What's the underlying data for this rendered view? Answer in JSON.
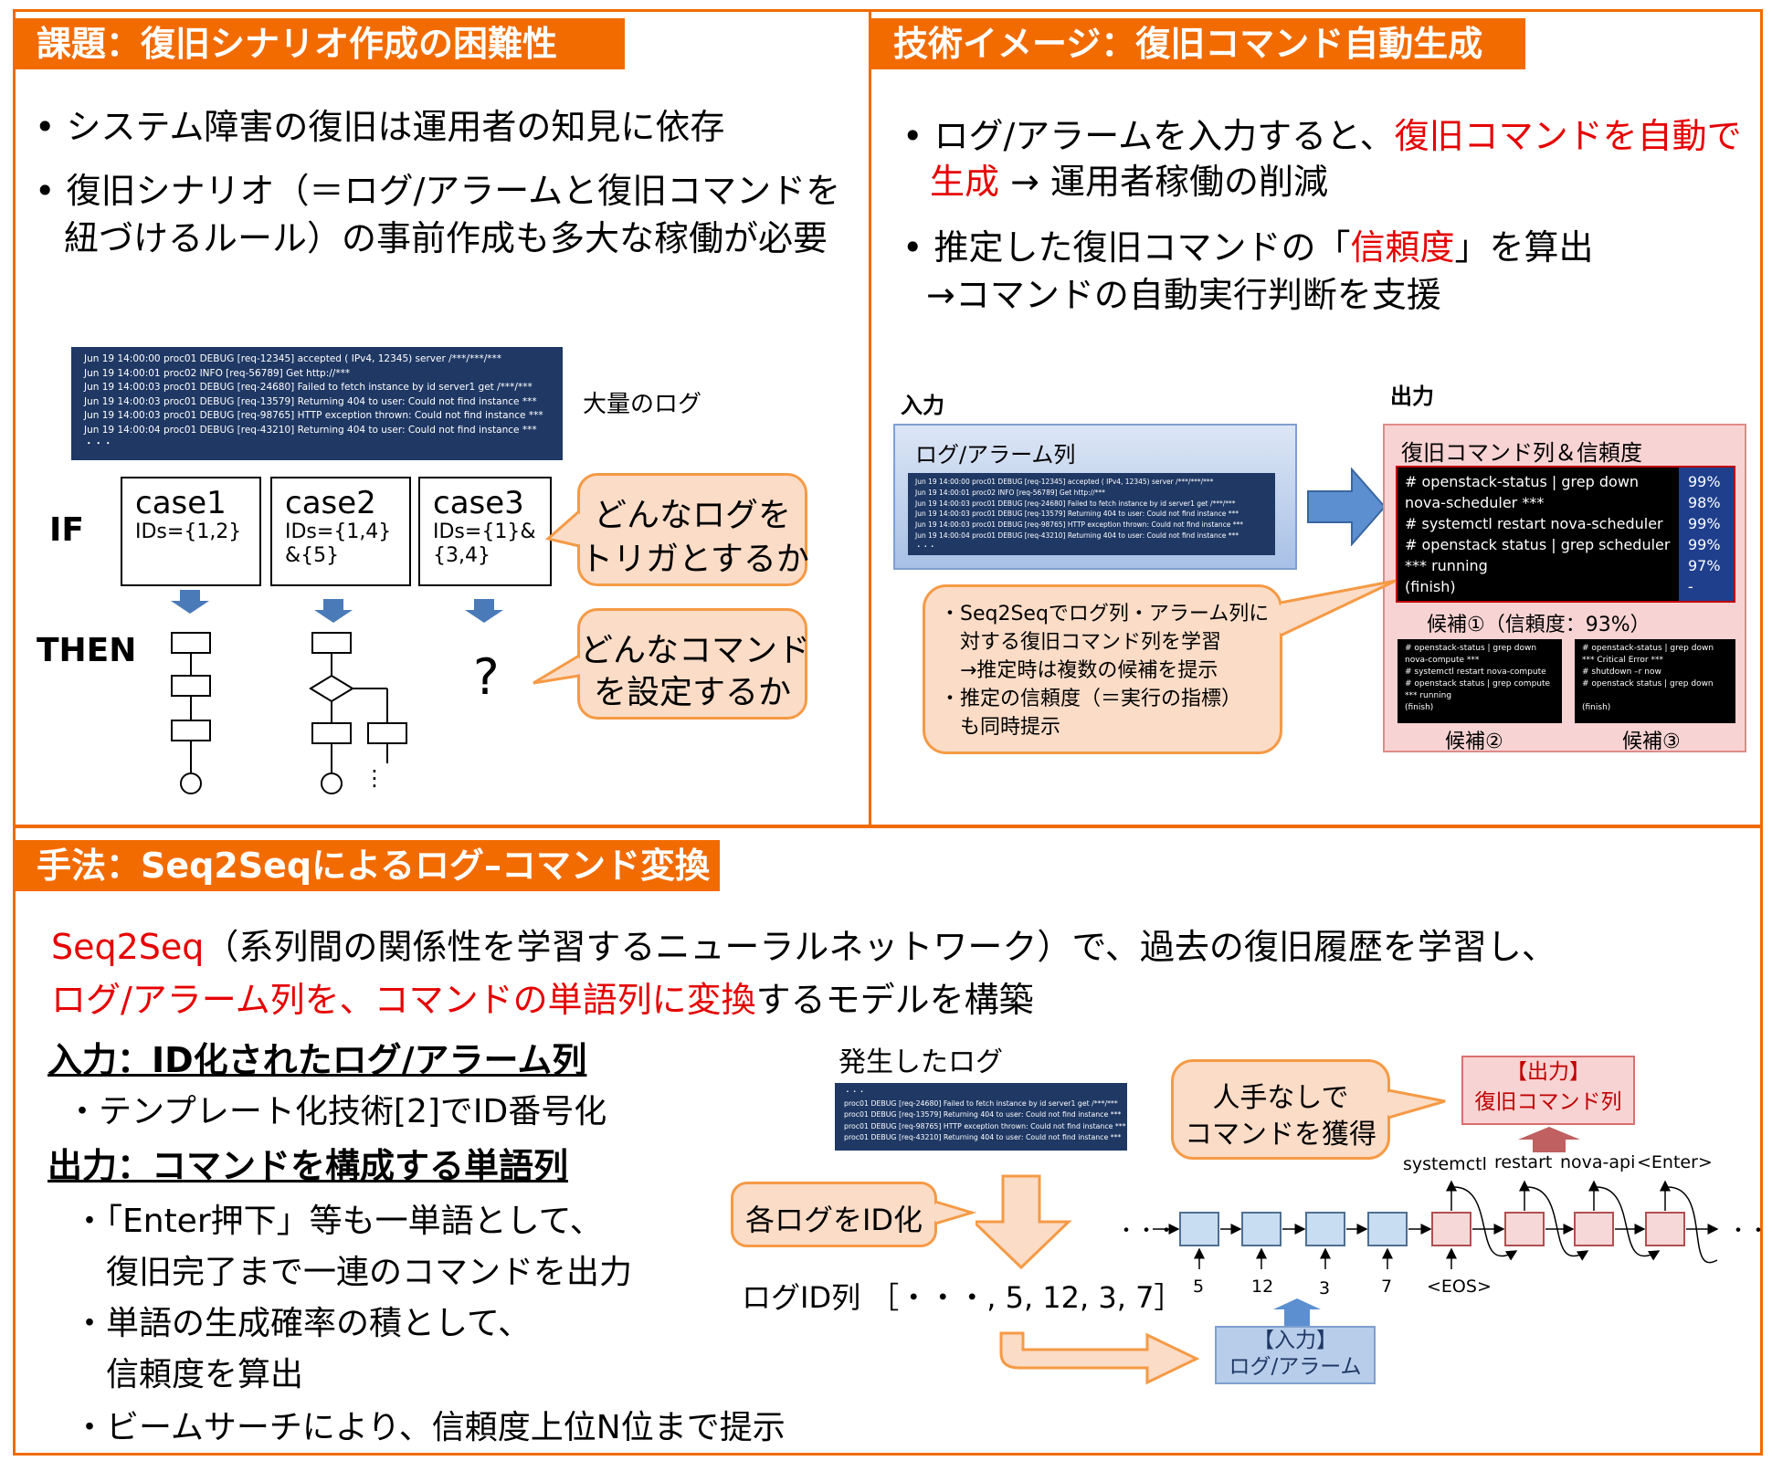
{
  "tl": {
    "header": "課題：復旧シナリオ作成の困難性",
    "bullet1": "システム障害の復旧は運用者の知見に依存",
    "bullet2a": "復旧シナリオ（＝ログ/アラームと復旧コマンドを",
    "bullet2b": "紐づけるルール）の事前作成も多大な稼働が必要",
    "log_lines": [
      "Jun 19 14:00:00 proc01 DEBUG [req-12345] accepted ( IPv4, 12345) server /***/***/***",
      "Jun 19 14:00:01 proc02 INFO [req-56789] Get http://***",
      "Jun 19 14:00:03 proc01 DEBUG [req-24680] Failed to fetch instance by id server1 get /***/***",
      "Jun 19 14:00:03 proc01 DEBUG [req-13579] Returning 404 to user: Could not find instance ***",
      "Jun 19 14:00:03 proc01 DEBUG [req-98765] HTTP exception thrown: Could not find instance ***",
      "Jun 19 14:00:04 proc01 DEBUG [req-43210] Returning 404 to user: Could not find instance ***",
      "・・・"
    ],
    "log_caption": "大量のログ",
    "if_label": "IF",
    "then_label": "THEN",
    "cases": [
      {
        "title": "case1",
        "ids1": "IDs={1,2}",
        "ids2": ""
      },
      {
        "title": "case2",
        "ids1": "IDs={1,4}",
        "ids2": "&{5}"
      },
      {
        "title": "case3",
        "ids1": "IDs={1}&",
        "ids2": "{3,4}"
      }
    ],
    "question_mark": "?",
    "ellipsis": "⋮",
    "callout1a": "どんなログを",
    "callout1b": "トリガとするか",
    "callout2a": "どんなコマンド",
    "callout2b": "を設定するか"
  },
  "tr": {
    "header": "技術イメージ：復旧コマンド自動生成",
    "b1_pre": "ログ/アラームを入力すると、",
    "b1_red1": "復旧コマンドを自動で",
    "b1_red2": "生成",
    "b1_post": " → 運用者稼働の削減",
    "b2_pre": "推定した復旧コマンドの「",
    "b2_red": "信頼度",
    "b2_post": "」を算出",
    "b2_line2": "→コマンドの自動実行判断を支援",
    "input_label": "入力",
    "output_label": "出力",
    "input_box_title": "ログ/アラーム列",
    "input_log_lines": [
      "Jun 19 14:00:00 proc01 DEBUG [req-12345] accepted ( IPv4, 12345) server /***/***/***",
      "Jun 19 14:00:01 proc02 INFO [req-56789] Get http://***",
      "Jun 19 14:00:03 proc01 DEBUG [req-24680] Failed to fetch instance by id server1 get /***/***",
      "Jun 19 14:00:03 proc01 DEBUG [req-13579] Returning 404 to user: Could not find instance ***",
      "Jun 19 14:00:03 proc01 DEBUG [req-98765] HTTP exception thrown: Could not find instance ***",
      "Jun 19 14:00:04 proc01 DEBUG [req-43210] Returning 404 to user: Could not find instance ***",
      "・・・"
    ],
    "output_box_title": "復旧コマンド列＆信頼度",
    "output_cmds": [
      "# openstack-status | grep down",
      "nova-scheduler ***",
      "# systemctl restart nova-scheduler",
      "# openstack status | grep scheduler",
      "*** running",
      "(finish)"
    ],
    "output_confs": [
      "99%",
      "98%",
      "99%",
      "99%",
      "97%",
      "-"
    ],
    "candidate1": "候補①（信頼度：93%）",
    "candidate2_lines": [
      "# openstack-status | grep down",
      "nova-compute ***",
      "# systemctl restart nova-compute",
      "# openstack status | grep compute",
      "*** running",
      "(finish)"
    ],
    "candidate3_lines": [
      "# openstack-status | grep down",
      "*** Critical Error ***",
      "# shutdown –r now",
      "# openstack status | grep down",
      "",
      "(finish)"
    ],
    "candidate2": "候補②",
    "candidate3": "候補③",
    "callout_lines": [
      "・Seq2Seqでログ列・アラーム列に",
      "　対する復旧コマンド列を学習",
      "　→推定時は複数の候補を提示",
      "・推定の信頼度（＝実行の指標）",
      "　も同時提示"
    ]
  },
  "bottom": {
    "header": "手法：Seq2Seqによるログ–コマンド変換",
    "l1_red": "Seq2Seq",
    "l1_rest": "（系列間の関係性を学習するニューラルネットワーク）で、過去の復旧履歴を学習し、",
    "l2_red": "ログ/アラーム列を、コマンドの単語列に変換",
    "l2_rest": "するモデルを構築",
    "input_heading": "入力：ID化されたログ/アラーム列",
    "input_item": "・テンプレート化技術[2]でID番号化",
    "output_heading": "出力：コマンドを構成する単語列",
    "out_item1a": "・「Enter押下」等も一単語として、",
    "out_item1b": "　復旧完了まで一連のコマンドを出力",
    "out_item2a": "・単語の生成確率の積として、",
    "out_item2b": "　信頼度を算出",
    "out_item3": "・ビームサーチにより、信頼度上位N位まで提示",
    "occurred_log": "発生したログ",
    "small_log_lines": [
      "・・・",
      "proc01 DEBUG [req-24680] Failed to fetch instance by id server1 get /***/***",
      "proc01 DEBUG [req-13579] Returning 404 to user: Could not find instance ***",
      "proc01 DEBUG [req-98765] HTTP exception thrown: Could not find instance ***",
      "proc01 DEBUG [req-43210] Returning 404 to user: Could not find instance ***"
    ],
    "callout_idize": "各ログをID化",
    "callout_human_a": "人手なしで",
    "callout_human_b": "コマンドを獲得",
    "output_box_a": "【出力】",
    "output_box_b": "復旧コマンド列",
    "input_box_a": "【入力】",
    "input_box_b": "ログ/アラーム",
    "log_id_seq": "ログID列 ［・・・, 5, 12, 3, 7］",
    "enc_inputs": [
      "5",
      "12",
      "3",
      "7"
    ],
    "eos": "<EOS>",
    "dec_outputs": [
      "systemctl",
      "restart",
      "nova-api",
      "<Enter>"
    ],
    "dots_left": "・・・",
    "dots_right": "・・・"
  }
}
